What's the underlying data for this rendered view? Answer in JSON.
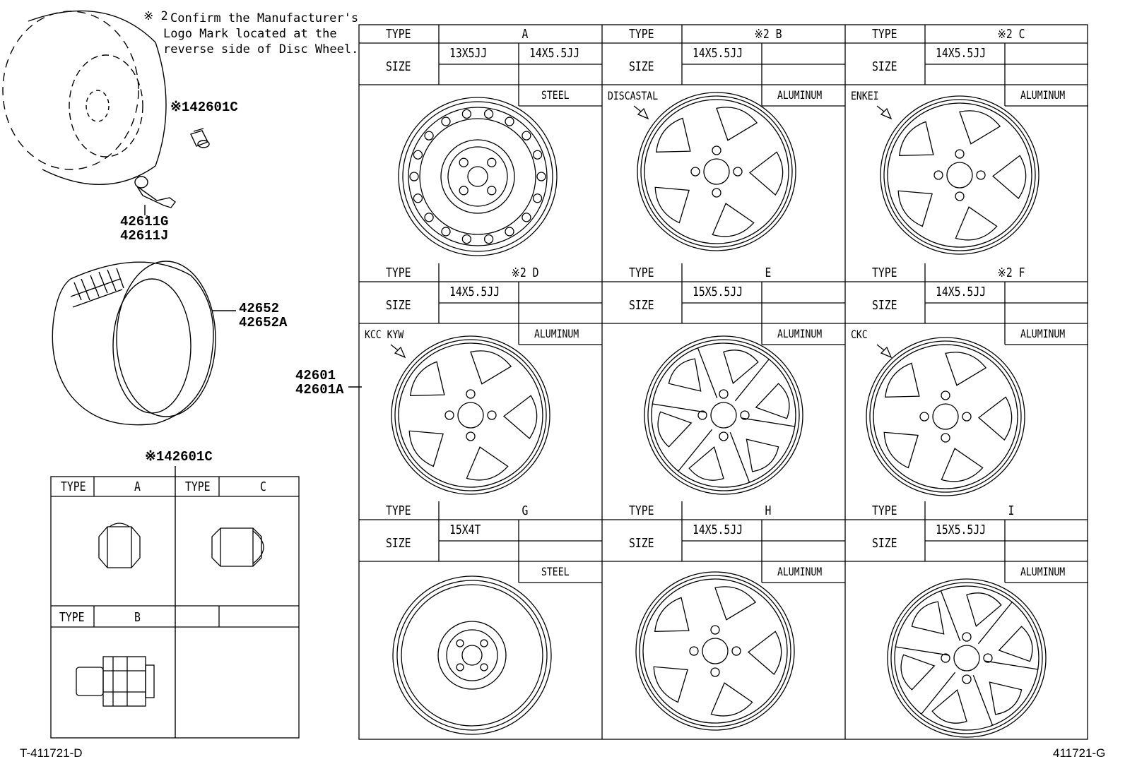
{
  "note": {
    "marker": "※ 2",
    "lines": [
      "Confirm the Manufacturer's",
      "Logo Mark located at the",
      "reverse side of Disc Wheel."
    ]
  },
  "parts": {
    "valve_cap": "※142601C",
    "valve": [
      "42611G",
      "42611J"
    ],
    "tire": [
      "42652",
      "42652A"
    ],
    "wheel": [
      "42601",
      "42601A"
    ],
    "nut_header": "※142601C"
  },
  "nut_table": {
    "type_label": "TYPE",
    "types": [
      "A",
      "C",
      "B"
    ]
  },
  "wheel_table": {
    "type_label": "TYPE",
    "size_label": "SIZE",
    "cells": [
      {
        "type": "A",
        "sizes": [
          "13X5JJ",
          "14X5.5JJ"
        ],
        "material": "STEEL",
        "brand": ""
      },
      {
        "type": "※2 B",
        "sizes": [
          "14X5.5JJ"
        ],
        "material": "ALUMINUM",
        "brand": "DISCASTAL"
      },
      {
        "type": "※2 C",
        "sizes": [
          "14X5.5JJ"
        ],
        "material": "ALUMINUM",
        "brand": "ENKEI"
      },
      {
        "type": "※2 D",
        "sizes": [
          "14X5.5JJ"
        ],
        "material": "ALUMINUM",
        "brand": "KCC KYW"
      },
      {
        "type": "E",
        "sizes": [
          "15X5.5JJ"
        ],
        "material": "ALUMINUM",
        "brand": ""
      },
      {
        "type": "※2  F",
        "sizes": [
          "14X5.5JJ"
        ],
        "material": "ALUMINUM",
        "brand": "CKC"
      },
      {
        "type": "G",
        "sizes": [
          "15X4T"
        ],
        "material": "STEEL",
        "brand": ""
      },
      {
        "type": "H",
        "sizes": [
          "14X5.5JJ"
        ],
        "material": "ALUMINUM",
        "brand": ""
      },
      {
        "type": "I",
        "sizes": [
          "15X5.5JJ"
        ],
        "material": "ALUMINUM",
        "brand": ""
      }
    ]
  },
  "footer": {
    "left": "T-411721-D",
    "right": "411721-G"
  }
}
